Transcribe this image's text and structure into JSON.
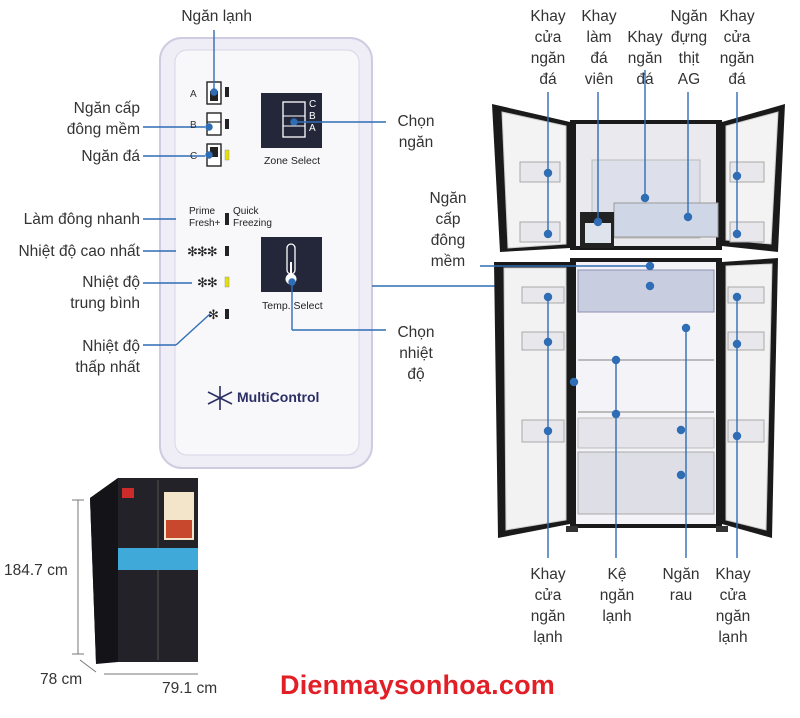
{
  "panel": {
    "zone_letters": [
      "A",
      "B",
      "C"
    ],
    "zone_select_letters": [
      "C",
      "B",
      "A"
    ],
    "zone_select_label": "Zone Select",
    "temp_select_label": "Temp. Select",
    "prime_fresh_label": "Prime Fresh+",
    "quick_freezing_label": "Quick Freezing",
    "temp_levels": [
      "✻✻✻",
      "✻✻",
      "✻"
    ],
    "multicontrol_logo": "MultiControl"
  },
  "callouts_left": [
    {
      "lines": [
        "Ngăn lạnh"
      ]
    },
    {
      "lines": [
        "Ngăn cấp",
        "đông mềm"
      ]
    },
    {
      "lines": [
        "Ngăn đá"
      ]
    },
    {
      "lines": [
        "Làm đông nhanh"
      ]
    },
    {
      "lines": [
        "Nhiệt độ cao nhất"
      ]
    },
    {
      "lines": [
        "Nhiệt độ",
        "trung bình"
      ]
    },
    {
      "lines": [
        "Nhiệt độ",
        "thấp nhất"
      ]
    }
  ],
  "callouts_panel_right": [
    {
      "lines": [
        "Chọn",
        "ngăn"
      ]
    },
    {
      "lines": [
        "Chọn",
        "nhiệt",
        "độ"
      ]
    }
  ],
  "callouts_fridge_top": [
    {
      "lines": [
        "Khay",
        "cửa",
        "ngăn",
        "đá"
      ]
    },
    {
      "lines": [
        "Khay",
        "làm",
        "đá",
        "viên"
      ]
    },
    {
      "lines": [
        "Khay",
        "ngăn",
        "đá"
      ]
    },
    {
      "lines": [
        "Ngăn",
        "đựng",
        "thịt",
        "AG"
      ]
    },
    {
      "lines": [
        "Khay",
        "cửa",
        "ngăn",
        "đá"
      ]
    }
  ],
  "callout_fridge_side": {
    "lines": [
      "Ngăn",
      "cấp",
      "đông",
      "mềm"
    ]
  },
  "callouts_fridge_bottom": [
    {
      "lines": [
        "Khay",
        "cửa",
        "ngăn",
        "lạnh"
      ]
    },
    {
      "lines": [
        "Kệ",
        "ngăn",
        "lạnh"
      ]
    },
    {
      "lines": [
        "Ngăn",
        "rau"
      ]
    },
    {
      "lines": [
        "Khay",
        "cửa",
        "ngăn",
        "lạnh"
      ]
    }
  ],
  "dimensions": {
    "height": "184.7 cm",
    "depth": "78 cm",
    "width": "79.1 cm"
  },
  "brand": "Dienmaysonhoa.com",
  "colors": {
    "accent_blue": "#2f6db5",
    "brand_red": "#e21f26",
    "indicator_yellow": "#f5e600"
  }
}
